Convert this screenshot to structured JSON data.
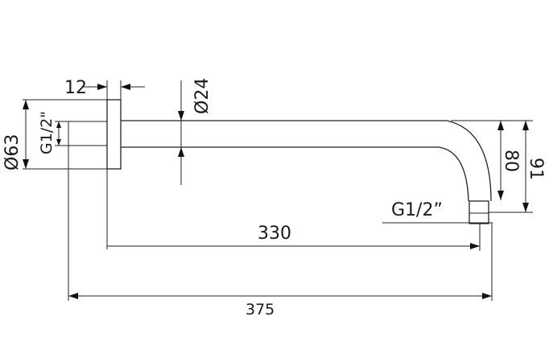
{
  "drawing": {
    "dim_flange_thickness": "12",
    "dim_flange_diameter": "Ø63",
    "dim_inlet_thread": "G1/2\"",
    "dim_arm_diameter": "Ø24",
    "dim_outlet_drop": "80",
    "dim_total_drop": "91",
    "dim_outlet_thread": "G1/2”",
    "dim_arm_length": "330",
    "dim_total_length": "375"
  }
}
